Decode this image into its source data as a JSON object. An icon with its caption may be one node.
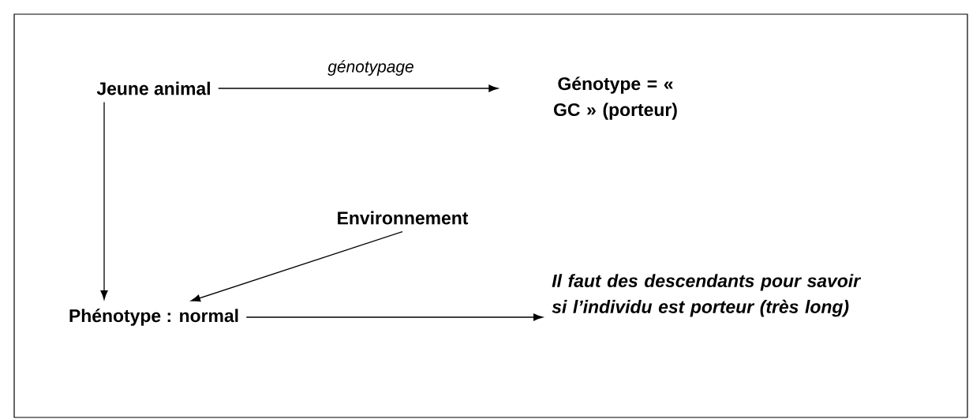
{
  "diagram": {
    "nodes": [
      {
        "text": [
          "Jeune animal"
        ]
      },
      {
        "text": [
          "Génotype = « GC » (porteur)"
        ]
      },
      {
        "text": [
          "Environnement"
        ]
      },
      {
        "text": [
          "Phénotype : normal"
        ]
      },
      {
        "text": [
          "Il faut des descendants pour savoir si l’individu est porteur (très long)"
        ]
      }
    ],
    "edges": [
      {
        "from": 0,
        "to": 1,
        "arrow": "to",
        "label": "génotypage"
      },
      {
        "from": 0,
        "to": 3,
        "arrow": "to"
      },
      {
        "from": 2,
        "to": 3,
        "arrow": "to"
      },
      {
        "from": 3,
        "to": 4,
        "arrow": "to"
      }
    ]
  }
}
